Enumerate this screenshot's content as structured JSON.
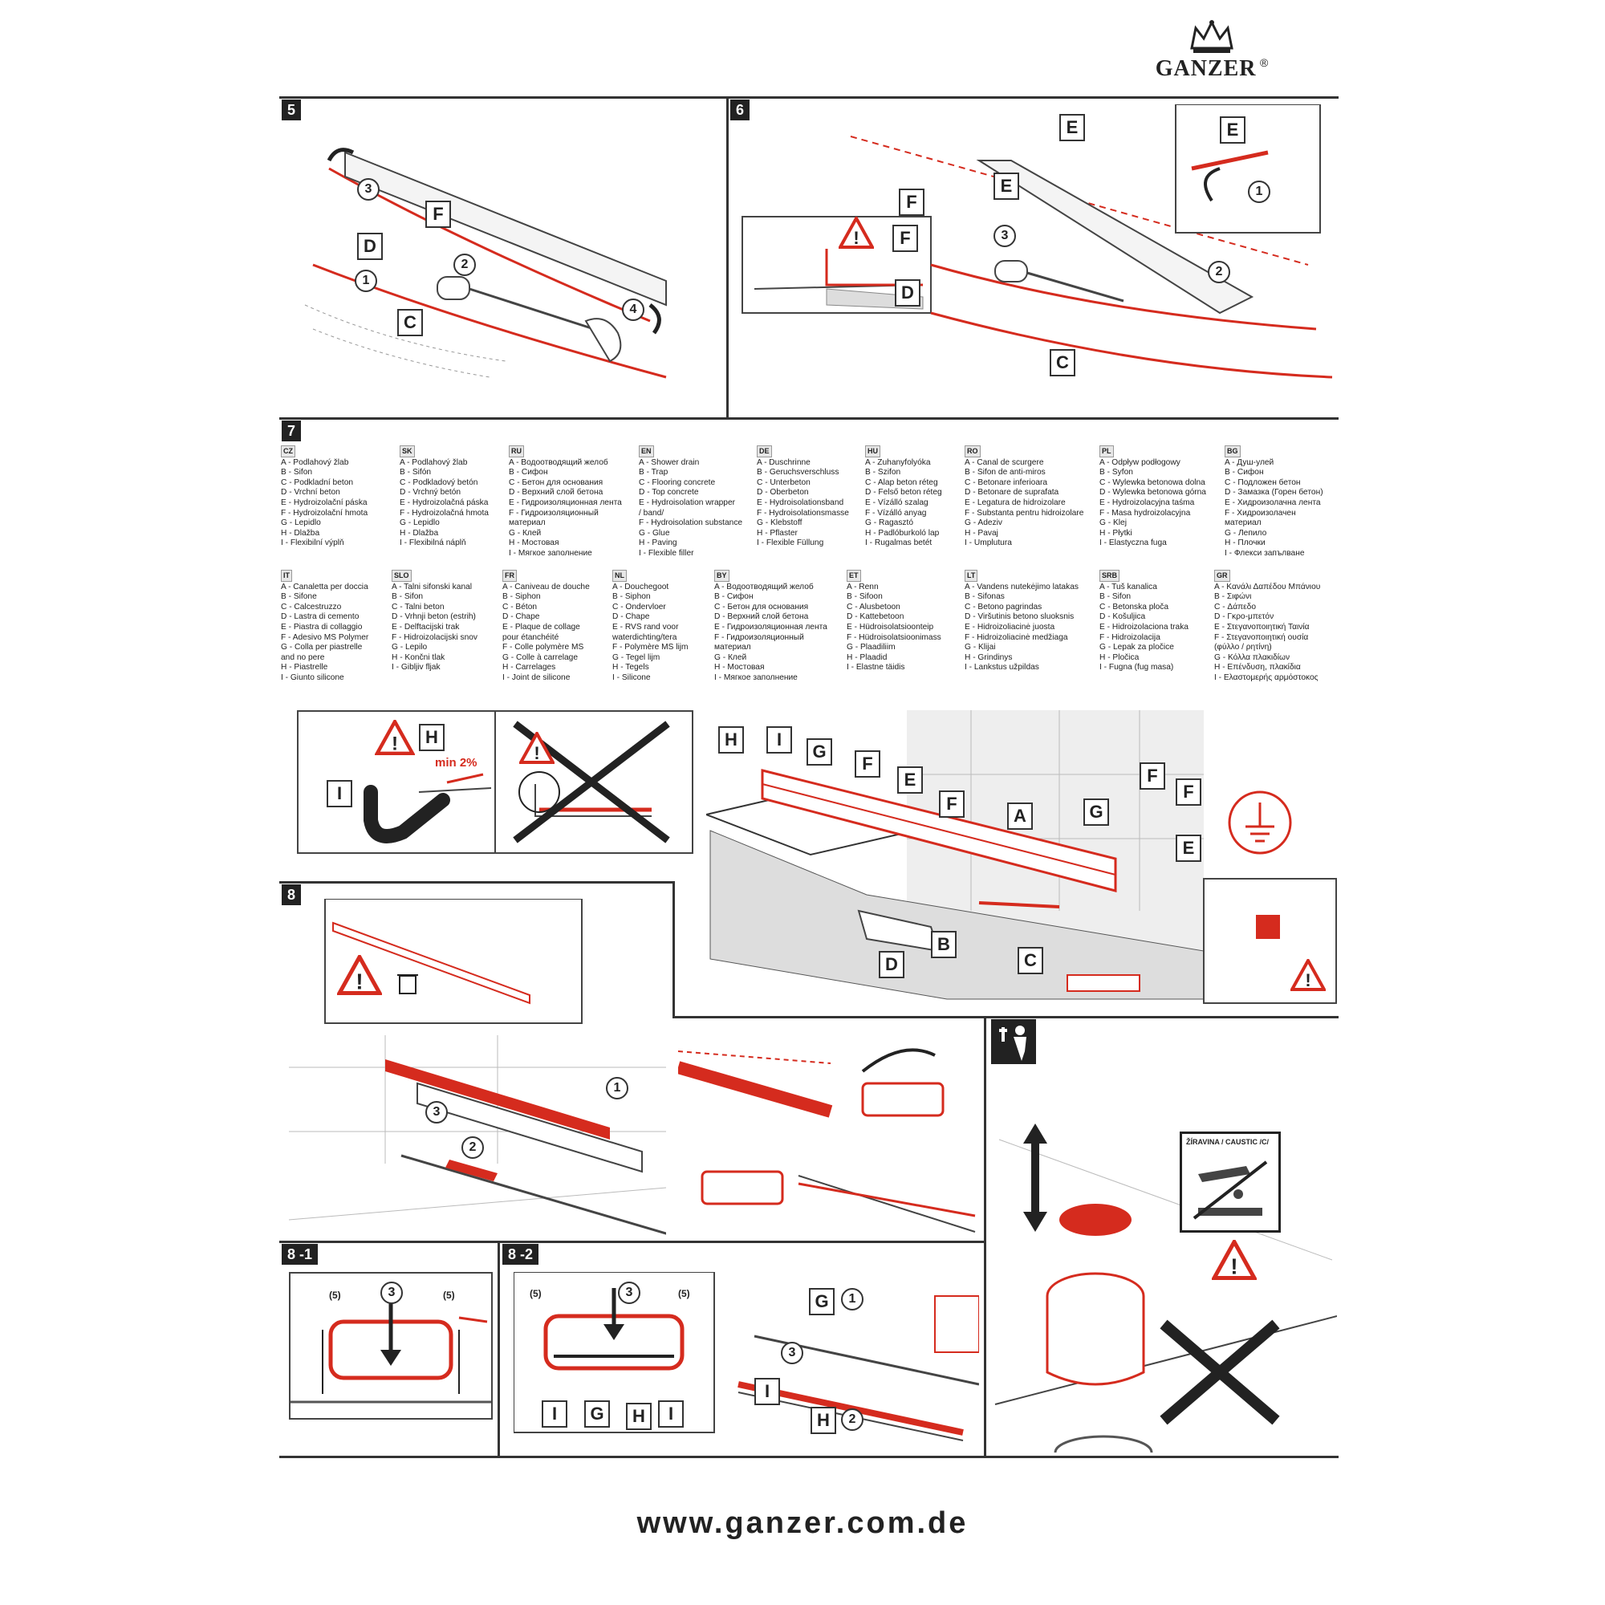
{
  "brand": {
    "name": "GANZER",
    "reg": "®"
  },
  "steps": {
    "s5": "5",
    "s6": "6",
    "s7": "7",
    "s8": "8",
    "s8_1": "8 -1",
    "s8_2": "8 -2"
  },
  "labels": {
    "A": "A",
    "B": "B",
    "C": "C",
    "D": "D",
    "E": "E",
    "F": "F",
    "G": "G",
    "H": "H",
    "I": "I",
    "n1": "1",
    "n2": "2",
    "n3": "3",
    "n4": "4",
    "min_slope": "min 2%",
    "gap5": "(5)",
    "caustic": "ŽÍRAVINA / CAUSTIC /C/"
  },
  "legends_row1": [
    {
      "code": "CZ",
      "items": [
        "A - Podlahový žlab",
        "B - Sifon",
        "C - Podkladní beton",
        "D - Vrchní beton",
        "E - Hydroizolační páska",
        "F - Hydroizolační hmota",
        "G - Lepidlo",
        "H - Dlažba",
        "I - Flexibilní výplň"
      ]
    },
    {
      "code": "SK",
      "items": [
        "A - Podlahový žlab",
        "B - Sifón",
        "C - Podkladový betón",
        "D - Vrchný betón",
        "E - Hydroizolačná páska",
        "F - Hydroizolačná hmota",
        "G - Lepidlo",
        "H - Dlažba",
        "I - Flexibilná náplň"
      ]
    },
    {
      "code": "RU",
      "items": [
        "A - Водоотводящий желоб",
        "B - Сифон",
        "C - Бетон для основания",
        "D - Верхний слой бетона",
        "E - Гидроизоляционная лента",
        "F - Гидроизоляционный",
        "    материал",
        "G - Клей",
        "H - Мостовая",
        "I - Мягкое заполнение"
      ]
    },
    {
      "code": "EN",
      "items": [
        "A - Shower drain",
        "B - Trap",
        "C - Flooring concrete",
        "D - Top concrete",
        "E - Hydroisolation wrapper",
        "    / band/",
        "F - Hydroisolation substance",
        "G - Glue",
        "H - Paving",
        "I - Flexible filler"
      ]
    },
    {
      "code": "DE",
      "items": [
        "A - Duschrinne",
        "B - Geruchsverschluss",
        "C - Unterbeton",
        "D - Oberbeton",
        "E - Hydroisolationsband",
        "F - Hydroisolationsmasse",
        "G - Klebstoff",
        "H - Pflaster",
        "I - Flexible Füllung"
      ]
    },
    {
      "code": "HU",
      "items": [
        "A - Zuhanyfolyóka",
        "B - Szifon",
        "C - Alap beton réteg",
        "D - Felső beton réteg",
        "E - Vízálló szalag",
        "F - Vízálló anyag",
        "G - Ragasztó",
        "H - Padlóburkoló lap",
        "I - Rugalmas betét"
      ]
    },
    {
      "code": "RO",
      "items": [
        "A - Canal de scurgere",
        "B - Sifon de anti-miros",
        "C - Betonare inferioara",
        "D - Betonare de suprafata",
        "E - Legatura de hidroizolare",
        "F - Substanta pentru hidroizolare",
        "G - Adeziv",
        "H - Pavaj",
        "I - Umplutura"
      ]
    },
    {
      "code": "PL",
      "items": [
        "A - Odpływ podłogowy",
        "B - Syfon",
        "C - Wylewka betonowa dolna",
        "D - Wylewka betonowa górna",
        "E - Hydroizolacyjna taśma",
        "F - Masa hydroizolacyjna",
        "G - Klej",
        "H - Płytki",
        "I - Elastyczna fuga"
      ]
    },
    {
      "code": "BG",
      "items": [
        "A - Душ-улей",
        "B - Сифон",
        "C - Подложен бетон",
        "D - Замазка (Горен бетон)",
        "E - Хидроизолачна лента",
        "F - Хидроизолачен",
        "    материал",
        "G - Лепило",
        "H - Плочки",
        "I - Флекси запълване"
      ]
    }
  ],
  "legends_row2": [
    {
      "code": "IT",
      "items": [
        "A - Canaletta per doccia",
        "B - Sifone",
        "C - Calcestruzzo",
        "D - Lastra di cemento",
        "E - Piastra di collaggio",
        "F - Adesivo MS Polymer",
        "G - Colla per piastrelle",
        "    and no pere",
        "H - Piastrelle",
        "I - Giunto silicone"
      ]
    },
    {
      "code": "SLO",
      "items": [
        "A - Talni sifonski kanal",
        "B - Sifon",
        "C - Talni beton",
        "D - Vrhnji beton (estrih)",
        "E - Delftacijski trak",
        "F - Hidroizolacijski snov",
        "G - Lepilo",
        "H - Končni tlak",
        "I - Gibljiv fljak"
      ]
    },
    {
      "code": "FR",
      "items": [
        "A - Caniveau de douche",
        "B - Siphon",
        "C - Béton",
        "D - Chape",
        "E - Plaque de collage",
        "    pour étanchéité",
        "F - Colle polymère MS",
        "G - Colle à carrelage",
        "H - Carrelages",
        "I - Joint de silicone"
      ]
    },
    {
      "code": "NL",
      "items": [
        "A - Douchegoot",
        "B - Siphon",
        "C - Ondervloer",
        "D - Chape",
        "E - RVS rand voor",
        "    waterdichting/tera",
        "F - Polymère MS lijm",
        "G - Tegel lijm",
        "H - Tegels",
        "I - Silicone"
      ]
    },
    {
      "code": "BY",
      "items": [
        "A - Водоотводящий желоб",
        "B - Сифон",
        "C - Бетон для основания",
        "D - Верхний слой бетона",
        "E - Гидроизоляционная лента",
        "F - Гидроизоляционный",
        "    материал",
        "G - Клей",
        "H - Мостовая",
        "I - Мягкое заполнение"
      ]
    },
    {
      "code": "ET",
      "items": [
        "A - Renn",
        "B - Sifoon",
        "C - Alusbetoon",
        "D - Kattebetoon",
        "E - Hüdroisolatsioonteip",
        "F - Hüdroisolatsioonimass",
        "G - Plaadiliim",
        "H - Plaadid",
        "I - Elastne täidis"
      ]
    },
    {
      "code": "LT",
      "items": [
        "A - Vandens nutekėjimo latakas",
        "B - Sifonas",
        "C - Betono pagrindas",
        "D - Viršutinis betono sluoksnis",
        "E - Hidroizoliacinė juosta",
        "F - Hidroizoliacinė medžiaga",
        "G - Klijai",
        "H - Grindinys",
        "I - Lankstus užpildas"
      ]
    },
    {
      "code": "SRB",
      "items": [
        "A - Tuš kanalica",
        "B - Sifon",
        "C - Betonska ploča",
        "D - Košuljica",
        "E - Hidroizolaciona traka",
        "F - Hidroizolacija",
        "G - Lepak za pločice",
        "H - Pločica",
        "I - Fugna (fug masa)"
      ]
    },
    {
      "code": "GR",
      "items": [
        "A - Κανάλι Δαπέδου Μπάνιου",
        "B - Σιφώνι",
        "C - Δάπεδο",
        "D - Γκρο-μπετόν",
        "E - Στεγανοποιητική Ταινία",
        "F - Στεγανοποιητική ουσία",
        "    (φύλλο / ρητίνη)",
        "G - Κόλλα πλακιδίων",
        "H - Επένδυση, πλακίδια",
        "I - Ελαστομερής αρμόστοκος"
      ]
    }
  ],
  "footer": {
    "url": "www.ganzer.com.de"
  },
  "colors": {
    "accent": "#d52b1e",
    "line": "#333333"
  }
}
